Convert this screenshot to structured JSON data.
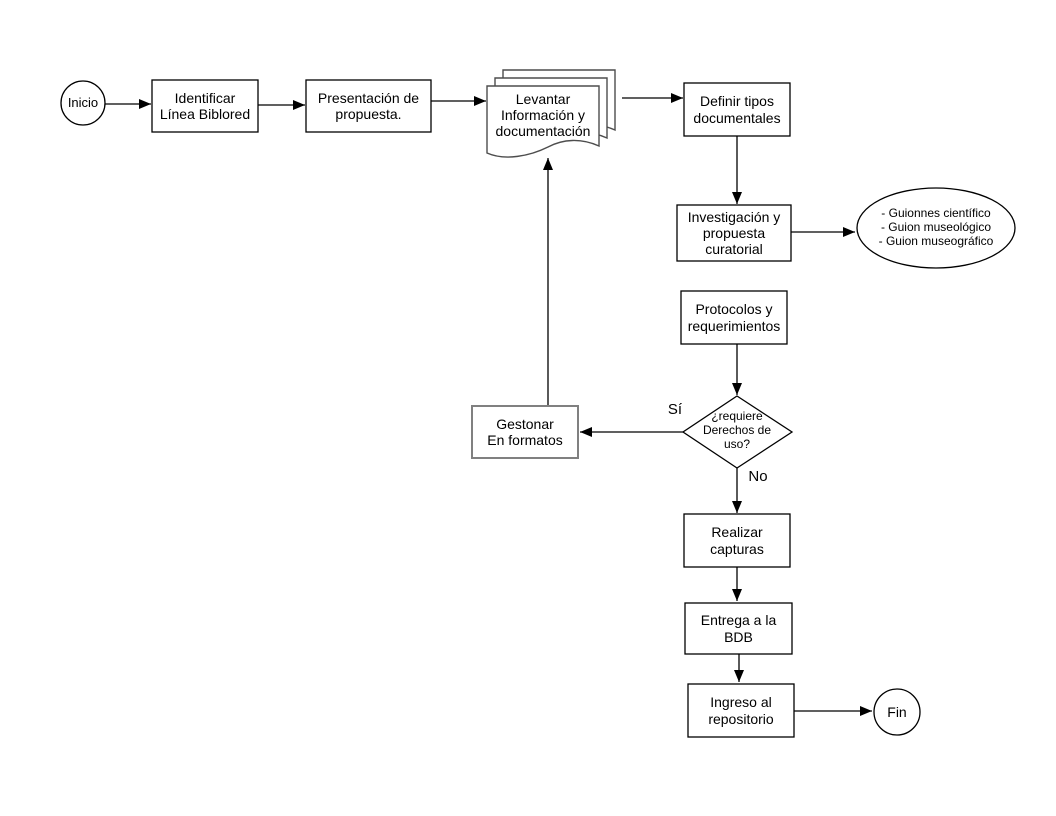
{
  "flowchart": {
    "nodes": {
      "inicio": "Inicio",
      "identificar": "Identificar\nLínea Biblored",
      "presentacion": "Presentación de\npropuesta.",
      "levantar": "Levantar\nInformación y\ndocumentación",
      "definir": "Definir tipos\ndocumentales",
      "investigacion": "Investigación y\npropuesta\ncuratorial",
      "guiones": "- Guionnes científico\n- Guion museológico\n- Guion museográfico",
      "protocolos": "Protocolos y\nrequerimientos",
      "decision": "¿requiere\nDerechos de\nuso?",
      "gestonar": "Gestonar\nEn formatos",
      "realizar": "Realizar\ncapturas",
      "entrega": "Entrega a la\nBDB",
      "ingreso": "Ingreso al\nrepositorio",
      "fin": "Fin"
    },
    "edge_labels": {
      "si": "Sí",
      "no": "No"
    },
    "colors": {
      "shape_stroke": "#000000",
      "shape_fill": "#ffffff",
      "document_stroke": "#4d4d4d",
      "gestonar_border": "#808080",
      "background": "#ffffff"
    }
  }
}
